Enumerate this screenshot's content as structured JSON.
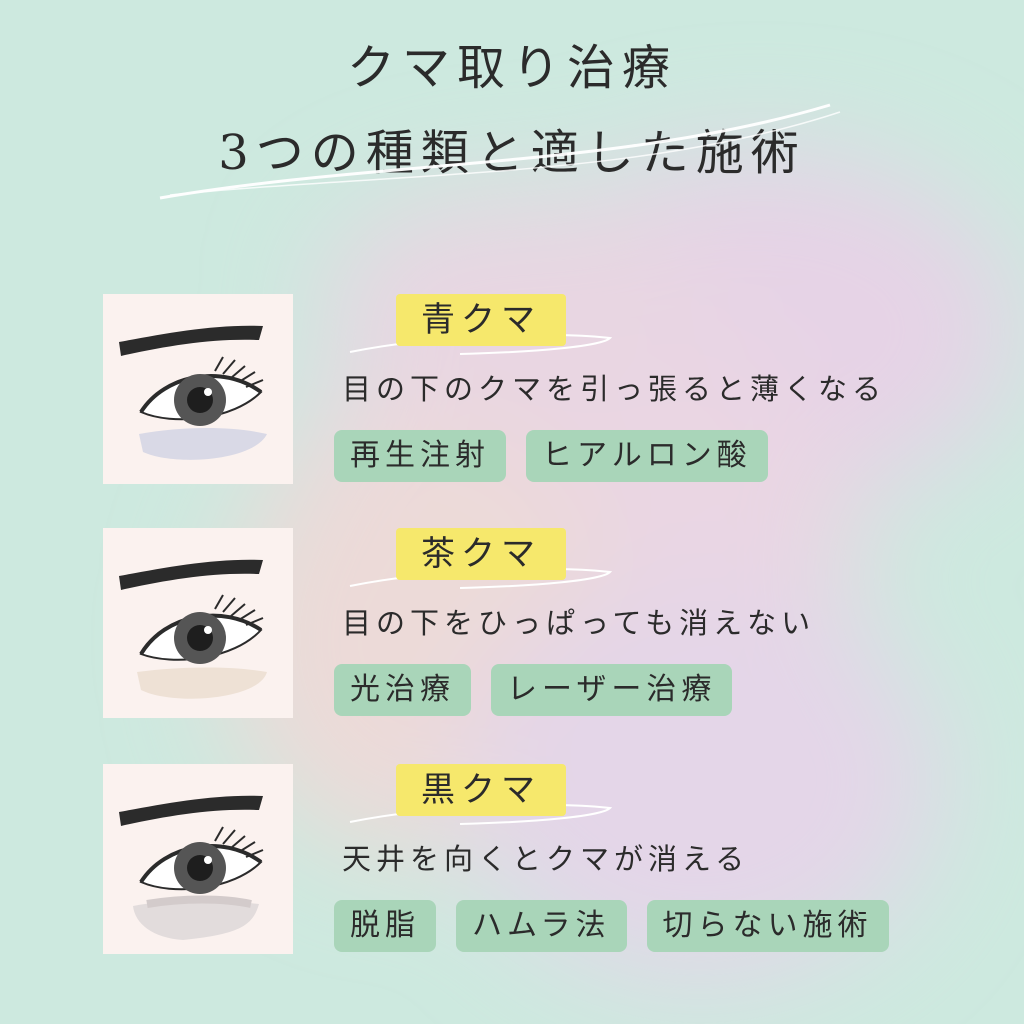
{
  "title": {
    "line1": "クマ取り治療",
    "line2": "3つの種類と適した施術"
  },
  "colors": {
    "background": "#cde9df",
    "label_highlight": "#f6e86c",
    "tag_background": "#a9d5b9",
    "text": "#2b2b2b",
    "eye_panel": "#fbf2ef"
  },
  "cards": [
    {
      "type": "青クマ",
      "description": "目の下のクマを引っ張ると薄くなる",
      "treatments": [
        "再生注射",
        "ヒアルロン酸"
      ],
      "shadow_color": "#d9d9e6"
    },
    {
      "type": "茶クマ",
      "description": "目の下をひっぱっても消えない",
      "treatments": [
        "光治療",
        "レーザー治療"
      ],
      "shadow_color": "#eee1d5"
    },
    {
      "type": "黒クマ",
      "description": "天井を向くとクマが消える",
      "treatments": [
        "脱脂",
        "ハムラ法",
        "切らない施術"
      ],
      "shadow_color": "#e2dcdc"
    }
  ]
}
